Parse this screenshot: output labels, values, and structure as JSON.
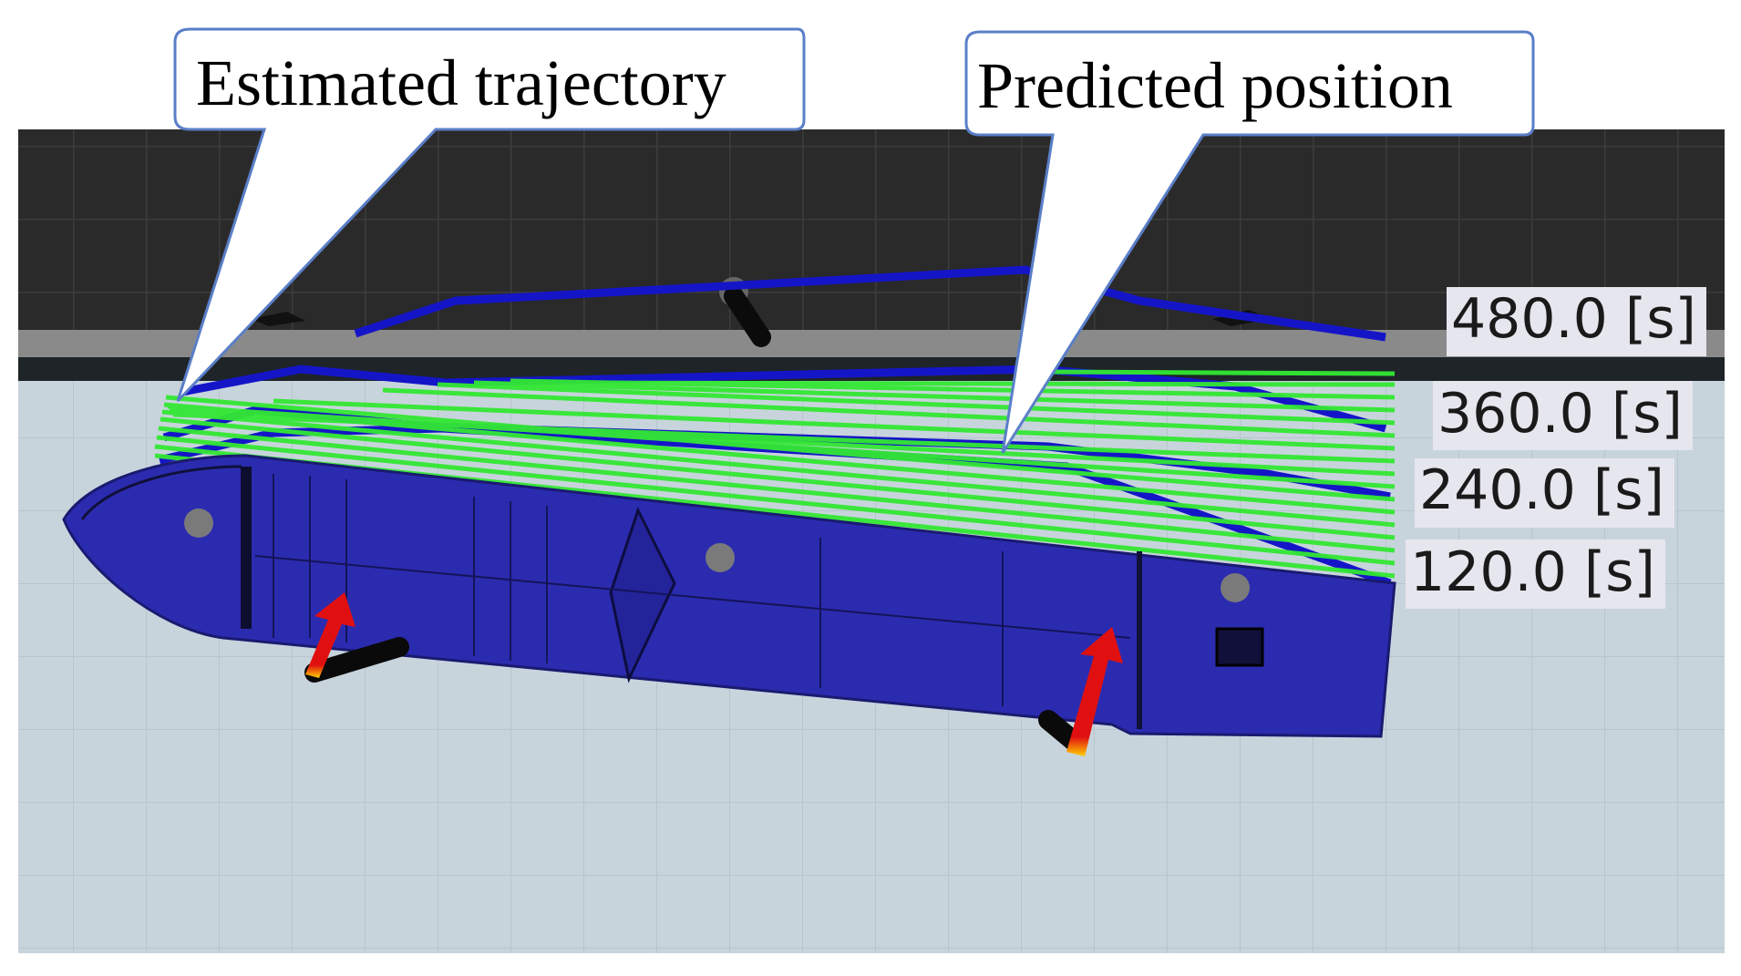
{
  "callouts": {
    "trajectory": "Estimated trajectory",
    "predicted": "Predicted position"
  },
  "time_labels": [
    "480.0 [s]",
    "360.0 [s]",
    "240.0 [s]",
    "120.0 [s]"
  ],
  "colors": {
    "quay_dark": "#2b2a2b",
    "quay_edge": "#8a8a8a",
    "water": "#c8d4dc",
    "hull": "#2b2bb0",
    "trajectory_green": "#33e833",
    "predicted_blue": "#1515c8",
    "thruster_arrow": "#e01010"
  }
}
